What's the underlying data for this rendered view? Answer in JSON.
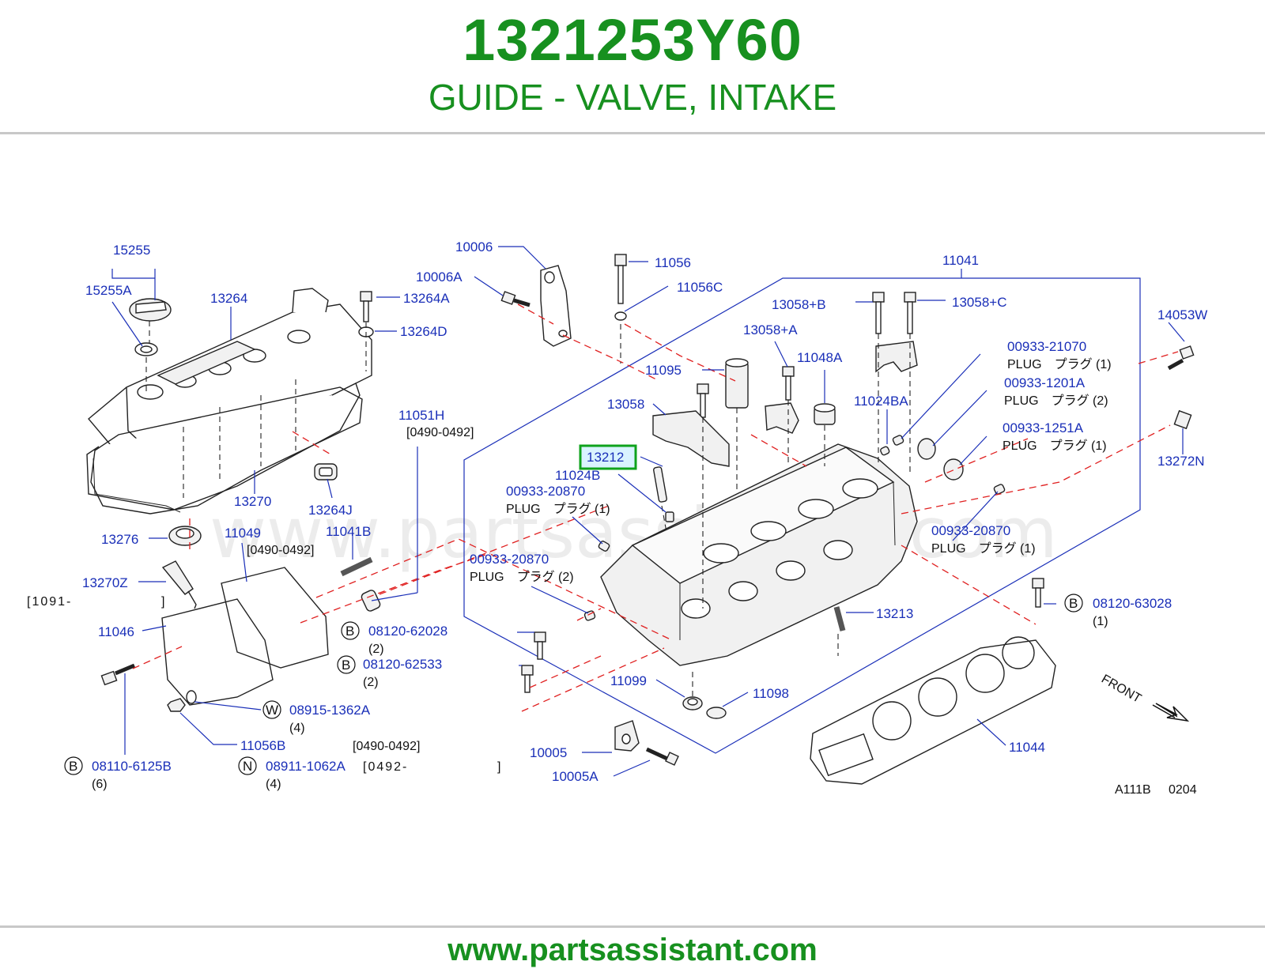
{
  "header": {
    "part_number": "1321253Y60",
    "description": "GUIDE - VALVE, INTAKE"
  },
  "footer": {
    "url": "www.partsassistant.com"
  },
  "watermark": "www.partsassistant.com",
  "diagram": {
    "ref_code": "A111B",
    "ref_date": "0204",
    "front_label": "FRONT",
    "highlighted": "13212",
    "labels": {
      "p15255": "15255",
      "p15255A": "15255A",
      "p13264": "13264",
      "p13264A": "13264A",
      "p13264D": "13264D",
      "p13270": "13270",
      "p13264J": "13264J",
      "p13276": "13276",
      "p11049": "11049",
      "p11049_range": "[0490-0492]",
      "p11041B": "11041B",
      "p13270Z": "13270Z",
      "p13270Z_range_start": "[1091-",
      "p13270Z_range_end": "]",
      "p11046": "11046",
      "p08120_62028": "08120-62028",
      "p08120_62028_qty": "(2)",
      "p08120_62533": "08120-62533",
      "p08120_62533_qty": "(2)",
      "p08915_1362A": "08915-1362A",
      "p08915_1362A_qty": "(4)",
      "p11056B": "11056B",
      "p11056B_range": "[0490-0492]",
      "p08110_6125B": "08110-6125B",
      "p08110_6125B_qty": "(6)",
      "p08911_1062A": "08911-1062A",
      "p08911_1062A_qty": "(4)",
      "p08911_range_start": "[0492-",
      "p08911_range_end": "]",
      "p10006": "10006",
      "p10006A": "10006A",
      "p11056": "11056",
      "p11056C": "11056C",
      "p11041": "11041",
      "p13058B": "13058+B",
      "p13058C": "13058+C",
      "p14053W": "14053W",
      "p13058A": "13058+A",
      "p00933_21070": "00933-21070",
      "p00933_21070_sub": "PLUG　プラグ (1)",
      "p11095": "11095",
      "p11048A": "11048A",
      "p00933_1201A": "00933-1201A",
      "p00933_1201A_sub": "PLUG　プラグ (2)",
      "p13058": "13058",
      "p11024BA": "11024BA",
      "p11051H": "11051H",
      "p11051H_range": "[0490-0492]",
      "p00933_1251A": "00933-1251A",
      "p00933_1251A_sub": "PLUG　プラグ (1)",
      "p13212": "13212",
      "p13272N": "13272N",
      "p11024B": "11024B",
      "p00933_20870_a": "00933-20870",
      "p00933_20870_a_sub": "PLUG　プラグ (1)",
      "p00933_20870_b": "00933-20870",
      "p00933_20870_b_sub": "PLUG　プラグ (1)",
      "p00933_20870_c": "00933-20870",
      "p00933_20870_c_sub": "PLUG　プラグ (2)",
      "p08120_63028": "08120-63028",
      "p08120_63028_qty": "(1)",
      "p13213": "13213",
      "p11099": "11099",
      "p11098": "11098",
      "p10005": "10005",
      "p10005A": "10005A",
      "p11044": "11044"
    },
    "letters": {
      "B": "B",
      "W": "W",
      "N": "N"
    }
  }
}
